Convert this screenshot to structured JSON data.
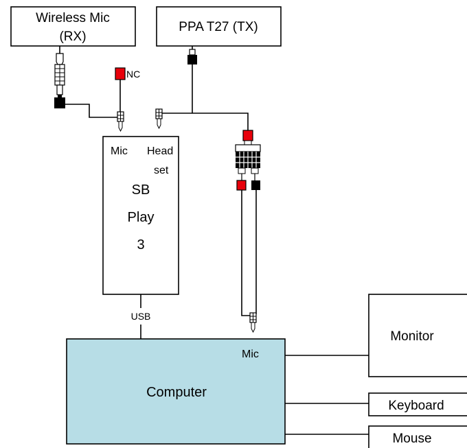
{
  "boxes": {
    "wireless_mic_line1": "Wireless Mic",
    "wireless_mic_line2": "(RX)",
    "ppa": "PPA T27 (TX)",
    "sb_line1": "SB",
    "sb_line2": "Play",
    "sb_line3": "3",
    "computer": "Computer",
    "monitor": "Monitor",
    "keyboard": "Keyboard",
    "mouse": "Mouse"
  },
  "labels": {
    "nc": "NC",
    "mic_sb": "Mic",
    "head": "Head",
    "set": "set",
    "usb": "USB",
    "mic_computer": "Mic"
  },
  "colors": {
    "computer_fill": "#b7dde6",
    "red_plug": "#e8000b",
    "black_plug": "#000000"
  }
}
